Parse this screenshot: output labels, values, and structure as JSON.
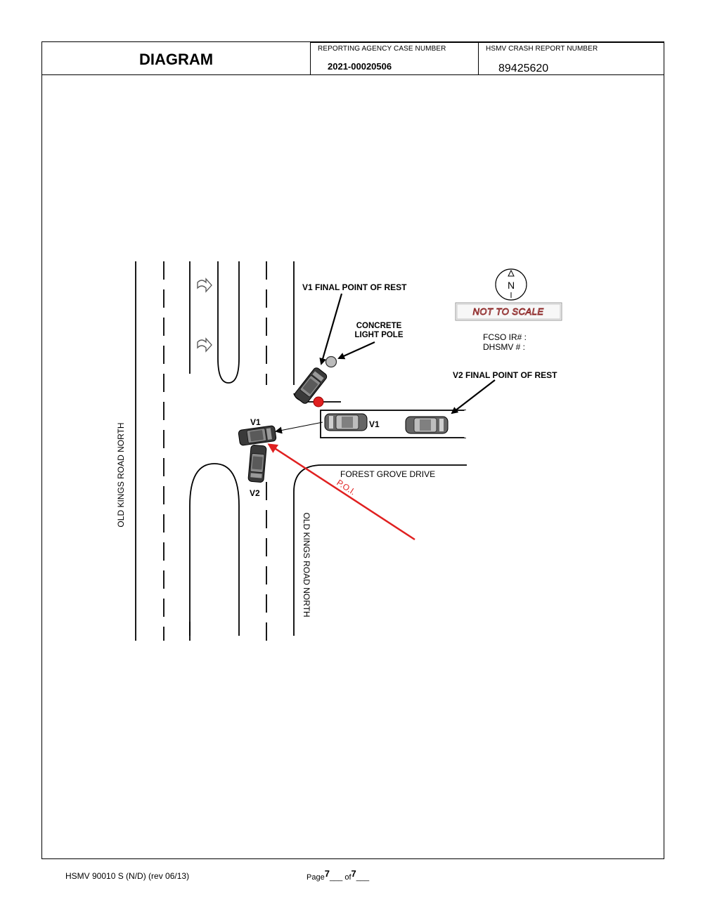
{
  "header": {
    "title": "DIAGRAM",
    "agency_label": "REPORTING AGENCY CASE NUMBER",
    "agency_value": "2021-00020506",
    "hsmv_label": "HSMV CRASH REPORT NUMBER",
    "hsmv_value": "89425620"
  },
  "diagram": {
    "v1_final_label": "V1 FINAL POINT OF REST",
    "pole_label_1": "CONCRETE",
    "pole_label_2": "LIGHT POLE",
    "compass_letter": "N",
    "not_to_scale": "NOT TO SCALE",
    "fcso_label": "FCSO IR# :",
    "dhsmv_label": "DHSMV # :",
    "v2_final_label": "V2 FINAL POINT OF REST",
    "v1_label_a": "V1",
    "v1_label_b": "V1",
    "v2_label": "V2",
    "poi_label": "P.O.I.",
    "forest_grove": "FOREST GROVE DRIVE",
    "old_kings_left": "OLD KINGS ROAD NORTH",
    "old_kings_right": "OLD KINGS ROAD NORTH",
    "colors": {
      "poi_red": "#e02020",
      "pole_red": "#e02020",
      "vehicle_dark": "#3a3a3a"
    }
  },
  "footer": {
    "form_id": "HSMV 90010 S (N/D) (rev 06/13)",
    "page_word": "Page",
    "page_num": "7",
    "of_word": "of",
    "page_total": "7"
  }
}
